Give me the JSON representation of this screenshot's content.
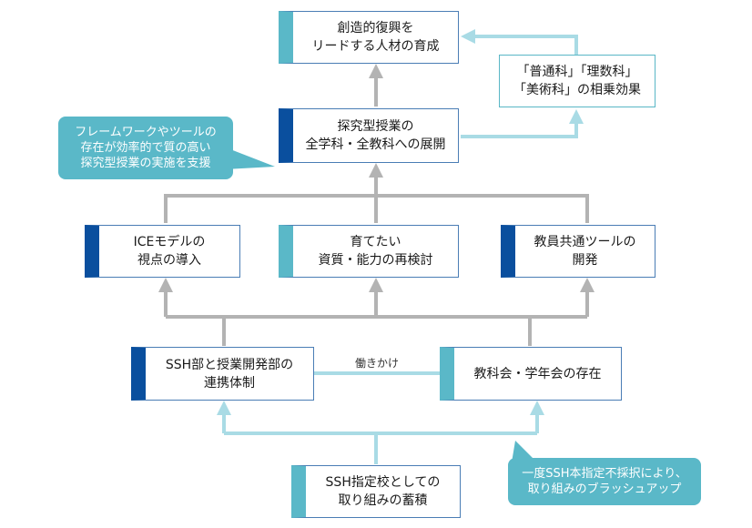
{
  "nodes": {
    "goal": "創造的復興を\nリードする人材の育成",
    "synergy": "「普通科」「理数科」\n「美術科」の相乗効果",
    "inquiry": "探究型授業の\n全学科・全教科への展開",
    "ice": "ICEモデルの\n視点の導入",
    "abilities": "育てたい\n資質・能力の再検討",
    "tools": "教員共通ツールの\n開発",
    "ssh_dept": "SSH部と授業開発部の\n連携体制",
    "subject_meeting": "教科会・学年会の存在",
    "ssh_school": "SSH指定校としての\n取り組みの蓄積"
  },
  "callouts": {
    "framework": "フレームワークやツールの\n存在が効率的で質の高い\n探究型授業の実施を支援",
    "brushup": "一度SSH本指定不採択により、\n取り組みのブラッシュアップ"
  },
  "link_label": "働きかけ",
  "colors": {
    "bar_light": "#5ab8c8",
    "bar_dark": "#0a4f9e",
    "arrow_gray": "#b3b3b3",
    "arrow_light": "#a9dbe5",
    "callout_bg": "#5ab8c8"
  }
}
